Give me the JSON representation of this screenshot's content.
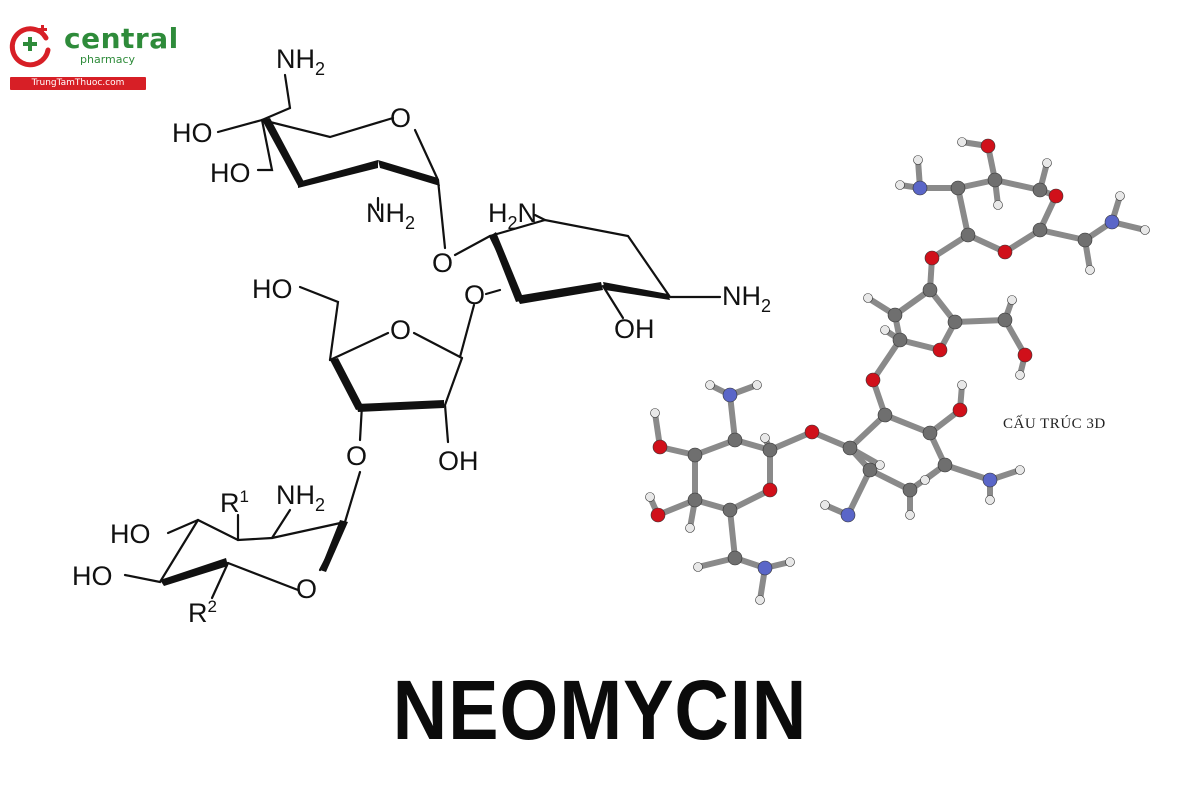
{
  "brand": {
    "name": "central",
    "subtitle": "pharmacy",
    "website": "TrungTamThuoc.com",
    "colors": {
      "green": "#2e8b3a",
      "red": "#d71f26"
    }
  },
  "structure_labels": {
    "nh2": "NH",
    "h2n": "H",
    "ho": "HO",
    "oh": "OH",
    "o": "O",
    "n": "N",
    "sub2": "2",
    "r": "R",
    "sup1": "1",
    "sup2": "2"
  },
  "model_label": "CẤU TRÚC 3D",
  "title": "NEOMYCIN",
  "atom_colors": {
    "carbon": "#6f6f6f",
    "oxygen": "#d0101a",
    "nitrogen": "#5a66c8",
    "hydrogen": "#e8e8e8"
  }
}
